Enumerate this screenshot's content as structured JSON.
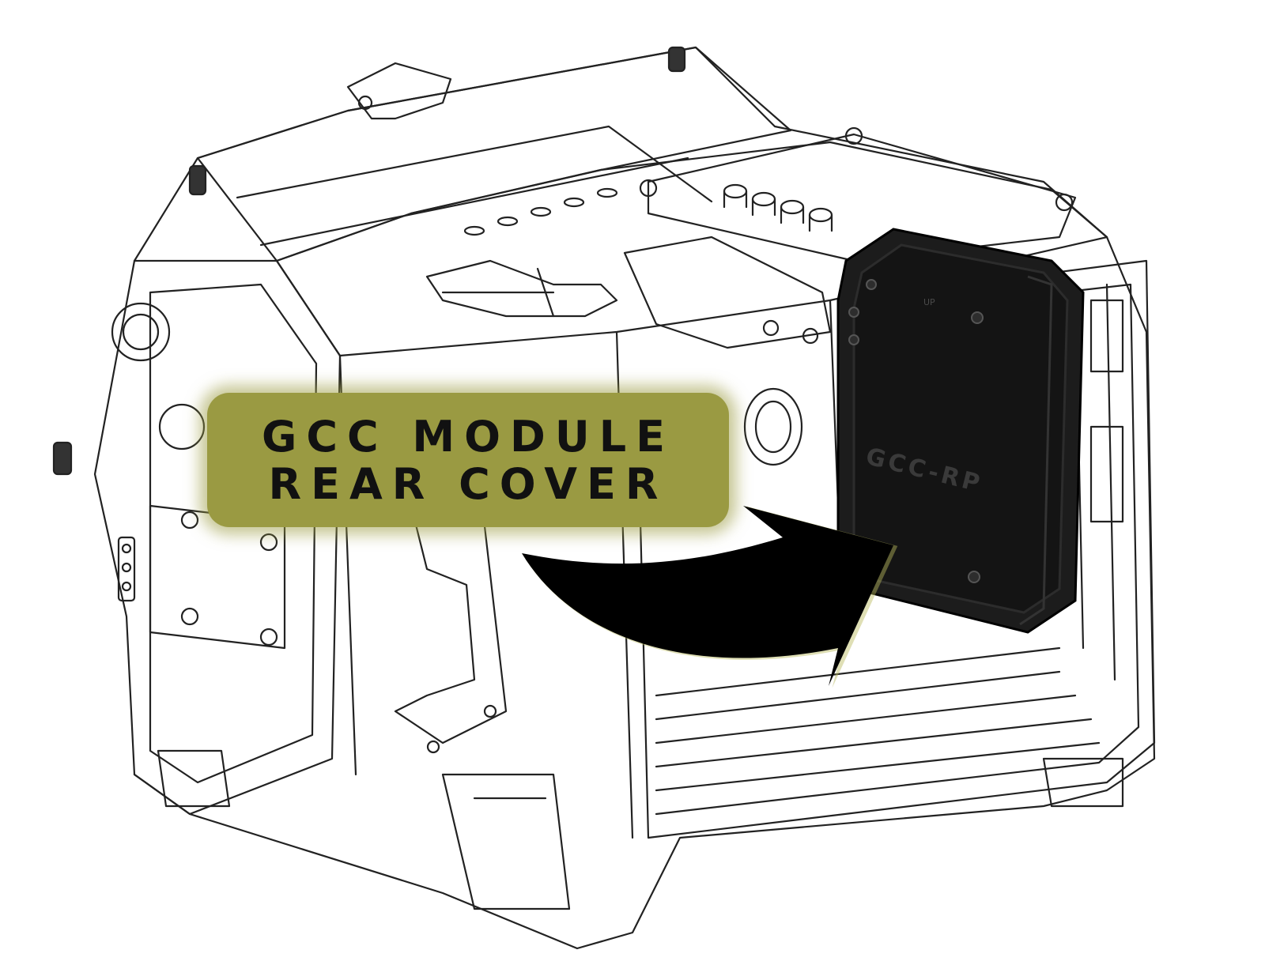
{
  "callout": {
    "line1": "GCC MODULE",
    "line2": "REAR COVER",
    "background_color": "#9a9a42",
    "text_color": "#111111"
  },
  "module": {
    "embossed_label": "GCC-RP",
    "orientation_mark": "UP",
    "color": "#1c1c1c"
  },
  "arrow": {
    "color": "#000000"
  }
}
